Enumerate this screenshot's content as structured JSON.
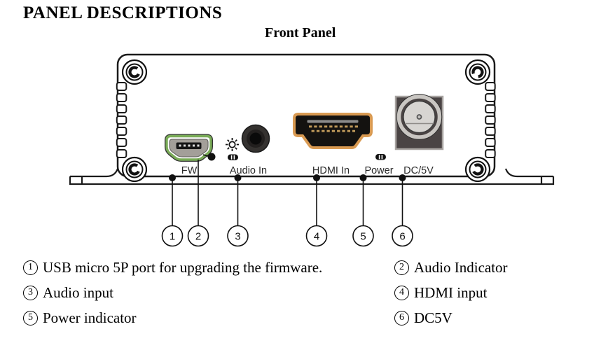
{
  "page": {
    "title": "PANEL DESCRIPTIONS",
    "subtitle": "Front Panel"
  },
  "device": {
    "port_labels": [
      "FW",
      "Audio In",
      "HDMI In",
      "Power",
      "DC/5V"
    ],
    "callouts": [
      "1",
      "2",
      "3",
      "4",
      "5",
      "6"
    ],
    "icons": {
      "audio_indicator_symbol": "sun-brightness-icon",
      "audio_led": "led-pill-icon",
      "power_led": "led-pill-icon",
      "corner_fasteners": "screw-head-icon"
    },
    "colors": {
      "usb_outline": "#79ab57",
      "hdmi_outline": "#d99a52",
      "dc_body": "#4a4444"
    }
  },
  "descriptions": [
    {
      "num": "1",
      "text": "USB micro 5P port for upgrading the firmware."
    },
    {
      "num": "2",
      "text": "Audio Indicator"
    },
    {
      "num": "3",
      "text": "Audio input"
    },
    {
      "num": "4",
      "text": "HDMI input"
    },
    {
      "num": "5",
      "text": "Power indicator"
    },
    {
      "num": "6",
      "text": "DC5V"
    }
  ]
}
